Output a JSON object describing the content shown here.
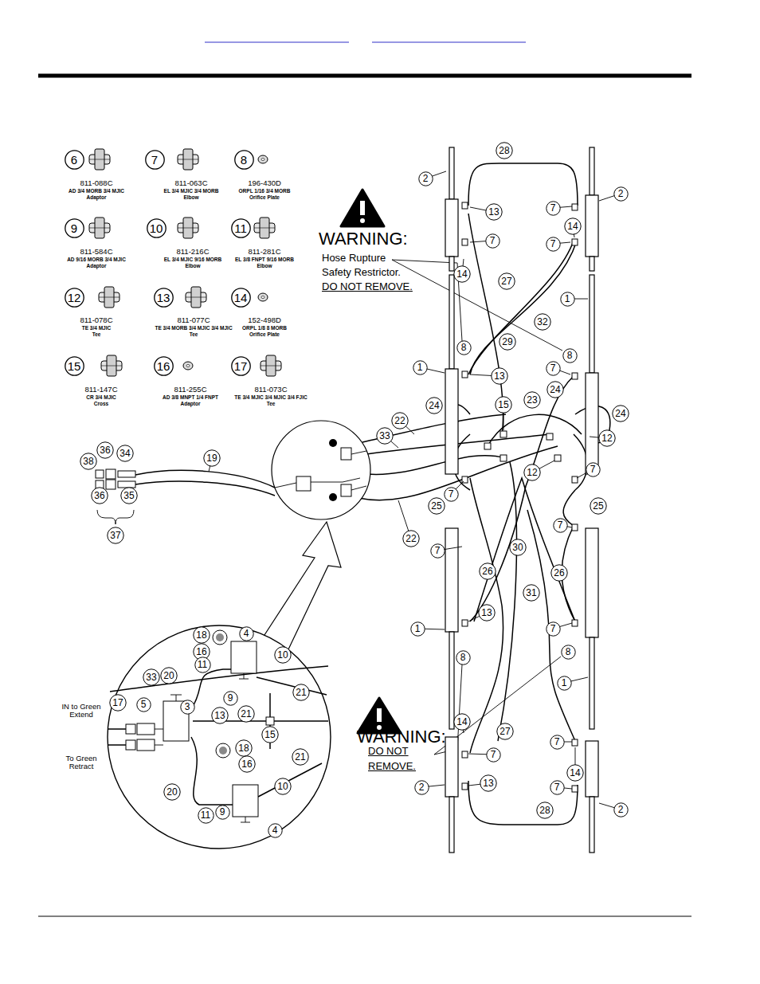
{
  "diagram": {
    "nodes": [
      {
        "text": [
          "6"
        ]
      },
      {
        "text": [
          "7"
        ]
      },
      {
        "text": [
          "8"
        ]
      },
      {
        "text": [
          "9"
        ]
      },
      {
        "text": [
          "10"
        ]
      },
      {
        "text": [
          "11"
        ]
      },
      {
        "text": [
          "12"
        ]
      },
      {
        "text": [
          "13"
        ]
      },
      {
        "text": [
          "14"
        ]
      },
      {
        "text": [
          "15"
        ]
      },
      {
        "text": [
          "16"
        ]
      },
      {
        "text": [
          "17"
        ]
      },
      {
        "text": [
          "28"
        ]
      },
      {
        "text": [
          "2"
        ]
      },
      {
        "text": [
          "2"
        ]
      },
      {
        "text": [
          "7"
        ]
      },
      {
        "text": [
          "13"
        ]
      },
      {
        "text": [
          "14"
        ]
      },
      {
        "text": [
          "7"
        ]
      },
      {
        "text": [
          "7"
        ]
      },
      {
        "text": [
          "14"
        ]
      },
      {
        "text": [
          "27"
        ]
      },
      {
        "text": [
          "1"
        ]
      },
      {
        "text": [
          "32"
        ]
      },
      {
        "text": [
          "29"
        ]
      },
      {
        "text": [
          "8"
        ]
      },
      {
        "text": [
          "8"
        ]
      },
      {
        "text": [
          "1"
        ]
      },
      {
        "text": [
          "7"
        ]
      },
      {
        "text": [
          "13"
        ]
      },
      {
        "text": [
          "24"
        ]
      },
      {
        "text": [
          "23"
        ]
      },
      {
        "text": [
          "15"
        ]
      },
      {
        "text": [
          "24"
        ]
      },
      {
        "text": [
          "24"
        ]
      },
      {
        "text": [
          "22"
        ]
      },
      {
        "text": [
          "33"
        ]
      },
      {
        "text": [
          "12"
        ]
      },
      {
        "text": [
          "7"
        ]
      },
      {
        "text": [
          "12"
        ]
      },
      {
        "text": [
          "7"
        ]
      },
      {
        "text": [
          "25"
        ]
      },
      {
        "text": [
          "25"
        ]
      },
      {
        "text": [
          "7"
        ]
      },
      {
        "text": [
          "22"
        ]
      },
      {
        "text": [
          "30"
        ]
      },
      {
        "text": [
          "7"
        ]
      },
      {
        "text": [
          "26"
        ]
      },
      {
        "text": [
          "26"
        ]
      },
      {
        "text": [
          "31"
        ]
      },
      {
        "text": [
          "13"
        ]
      },
      {
        "text": [
          "1"
        ]
      },
      {
        "text": [
          "7"
        ]
      },
      {
        "text": [
          "8"
        ]
      },
      {
        "text": [
          "8"
        ]
      },
      {
        "text": [
          "1"
        ]
      },
      {
        "text": [
          "14"
        ]
      },
      {
        "text": [
          "27"
        ]
      },
      {
        "text": [
          "7"
        ]
      },
      {
        "text": [
          "7"
        ]
      },
      {
        "text": [
          "14"
        ]
      },
      {
        "text": [
          "13"
        ]
      },
      {
        "text": [
          "2"
        ]
      },
      {
        "text": [
          "7"
        ]
      },
      {
        "text": [
          "2"
        ]
      },
      {
        "text": [
          "28"
        ]
      },
      {
        "text": [
          "36"
        ]
      },
      {
        "text": [
          "34"
        ]
      },
      {
        "text": [
          "19"
        ]
      },
      {
        "text": [
          "38"
        ]
      },
      {
        "text": [
          "36"
        ]
      },
      {
        "text": [
          "35"
        ]
      },
      {
        "text": [
          "37"
        ]
      },
      {
        "text": [
          "18"
        ]
      },
      {
        "text": [
          "4"
        ]
      },
      {
        "text": [
          "16"
        ]
      },
      {
        "text": [
          "10"
        ]
      },
      {
        "text": [
          "11"
        ]
      },
      {
        "text": [
          "20"
        ]
      },
      {
        "text": [
          "33"
        ]
      },
      {
        "text": [
          "21"
        ]
      },
      {
        "text": [
          "9"
        ]
      },
      {
        "text": [
          "17"
        ]
      },
      {
        "text": [
          "5"
        ]
      },
      {
        "text": [
          "3"
        ]
      },
      {
        "text": [
          "21"
        ]
      },
      {
        "text": [
          "13"
        ]
      },
      {
        "text": [
          "15"
        ]
      },
      {
        "text": [
          "18"
        ]
      },
      {
        "text": [
          "21"
        ]
      },
      {
        "text": [
          "16"
        ]
      },
      {
        "text": [
          "10"
        ]
      },
      {
        "text": [
          "20"
        ]
      },
      {
        "text": [
          "9"
        ]
      },
      {
        "text": [
          "11"
        ]
      },
      {
        "text": [
          "4"
        ]
      }
    ],
    "labels": [
      "811-088C",
      "AD 3/4 MORB 3/4 MJIC",
      "Adaptor",
      "811-063C",
      "EL 3/4 MJIC 3/4 MORB",
      "Elbow",
      "196-430D",
      "ORPL 1/16 3/4 MORB",
      "Orifice Plate",
      "811-584C",
      "AD 9/16 MORB 3/4 MJIC",
      "Adaptor",
      "811-216C",
      "EL 3/4 MJIC 9/16 MORB",
      "Elbow",
      "811-281C",
      "EL 3/8 FNPT 9/16 MORB",
      "Elbow",
      "811-078C",
      "TE 3/4 MJIC",
      "Tee",
      "811-077C",
      "TE 3/4 MORB 3/4 MJIC 3/4 MJIC",
      "Tee",
      "152-498D",
      "ORPL 1/8 8 MORB",
      "Orifice Plate",
      "811-147C",
      "CR 3/4 MJIC",
      "Cross",
      "811-255C",
      "AD 3/8 MNPT 1/4 FNPT",
      "Adaptor",
      "811-073C",
      "TE 3/4 MJIC 3/4 MJIC 3/4 FJIC",
      "Tee",
      "WARNING:",
      "Hose Rupture",
      "Safety Restrictor.",
      "DO NOT REMOVE.",
      "WARNING:",
      "DO NOT",
      "REMOVE.",
      "IN to Green Extend",
      "To Green Retract"
    ]
  }
}
